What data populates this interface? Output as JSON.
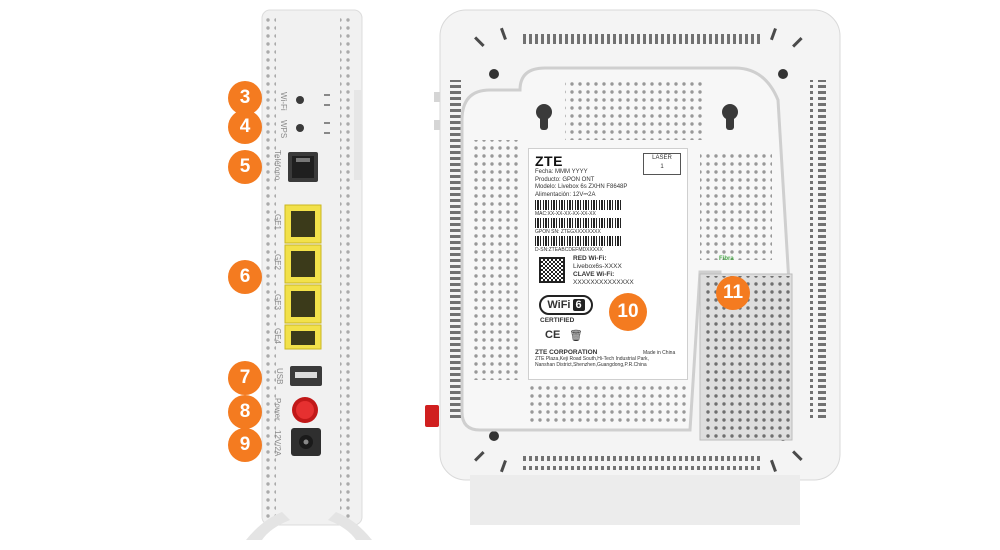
{
  "callouts": [
    {
      "number": "3",
      "feature": "wifi-button"
    },
    {
      "number": "4",
      "feature": "wps-button"
    },
    {
      "number": "5",
      "feature": "telephone-port"
    },
    {
      "number": "6",
      "feature": "ethernet-ports"
    },
    {
      "number": "7",
      "feature": "usb-port"
    },
    {
      "number": "8",
      "feature": "power-button"
    },
    {
      "number": "9",
      "feature": "power-jack"
    },
    {
      "number": "10",
      "feature": "wifi-certified-label"
    },
    {
      "number": "11",
      "feature": "fiber-port"
    }
  ],
  "port_labels": {
    "wifi": "Wi-Fi",
    "wps": "WPS",
    "telephone": "Teléfono",
    "ge1": "GE1",
    "ge2": "GE2",
    "ge3": "GE3",
    "ge4": "GE4",
    "usb": "USB",
    "power": "Power",
    "dc_in": "12V/2A",
    "fibra": "Fibra"
  },
  "label": {
    "brand": "ZTE",
    "laser": "LASER",
    "laser_class": "1",
    "date": "Fecha: MMM YYYY",
    "product": "Producto: GPON ONT",
    "model": "Modelo: Livebox 6s ZXHN F8648P",
    "power": "Alimentación: 12V⎓2A",
    "mac": "MAC:XX-XX-XX-XX-XX-XX",
    "gpon_sn": "GPON SN: ZTEGXXXXXXXX",
    "d_sn": "D-SN:ZTEABCDEFMDXXXXX",
    "wifi_ssid_label": "RED Wi-Fi:",
    "wifi_ssid": "Livebox6s-XXXX",
    "wifi_key_label": "CLAVE Wi-Fi:",
    "wifi_key": "XXXXXXXXXXXXXX",
    "wifi_logo": "WiFi",
    "wifi_gen": "6",
    "certified": "CERTIFIED",
    "ce": "CE",
    "corporation": "ZTE CORPORATION",
    "made_in": "Made in China",
    "address_1": "ZTE Plaza,Keji Road South,Hi-Tech Industrial Park,",
    "address_2": "Nanshan District,Shenzhen,Guangdong,P.R.China"
  },
  "colors": {
    "callout": "#f47b20",
    "ethernet": "#f2e14a",
    "power_button": "#e02020",
    "device_body": "#f4f4f4",
    "fibra_text": "#4aa84a"
  }
}
